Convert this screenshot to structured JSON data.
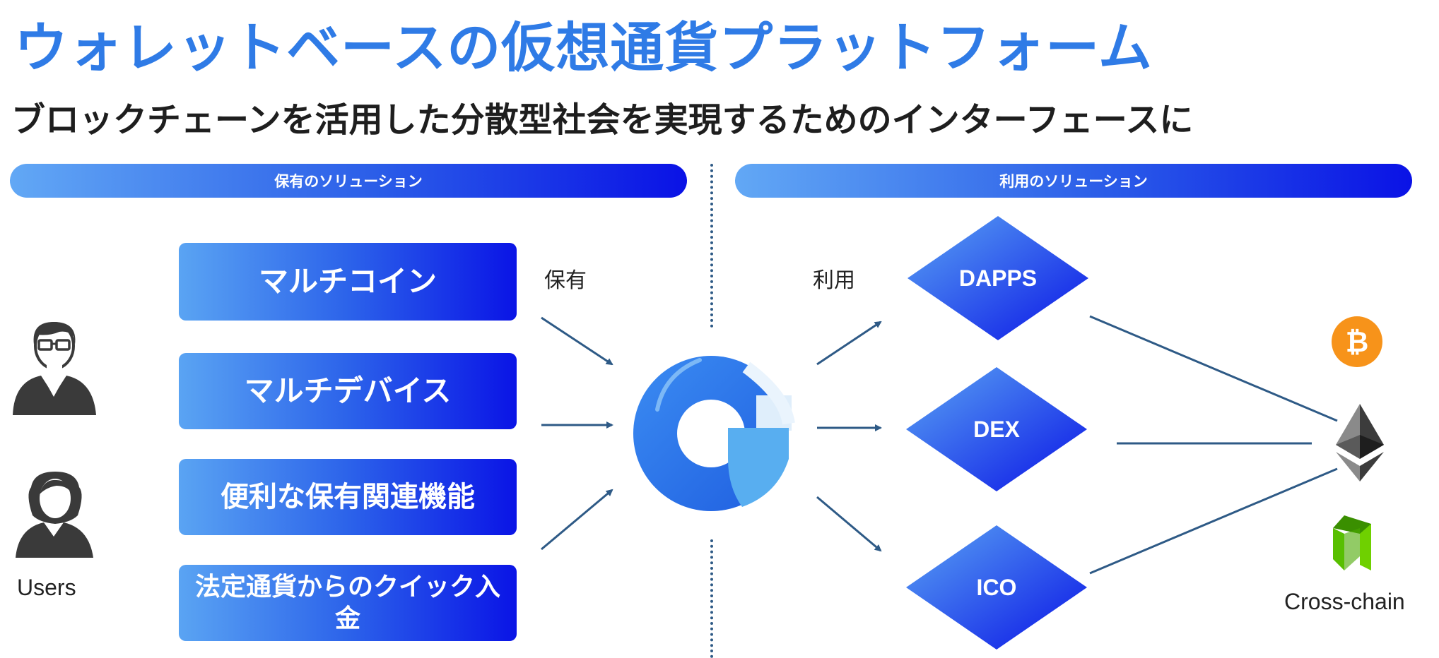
{
  "title": "ウォレットベースの仮想通貨プラットフォーム",
  "subtitle": "ブロックチェーンを活用した分散型社会を実現するためのインターフェースに",
  "left_header": "保有のソリューション",
  "right_header": "利用のソリューション",
  "features": [
    "マルチコイン",
    "マルチデバイス",
    "便利な保有関連機能",
    "法定通貨からのクイック入金"
  ],
  "hold_label": "保有",
  "use_label": "利用",
  "users_label": "Users",
  "use_cases": [
    "DAPPS",
    "DEX",
    "ICO"
  ],
  "cross_chain_label": "Cross-chain",
  "bitcoin_symbol": "₿",
  "colors": {
    "title_blue": "#2f7be6",
    "arrow": "#2e5a86",
    "bitcoin": "#f7931a",
    "neo": "#58bf00"
  }
}
